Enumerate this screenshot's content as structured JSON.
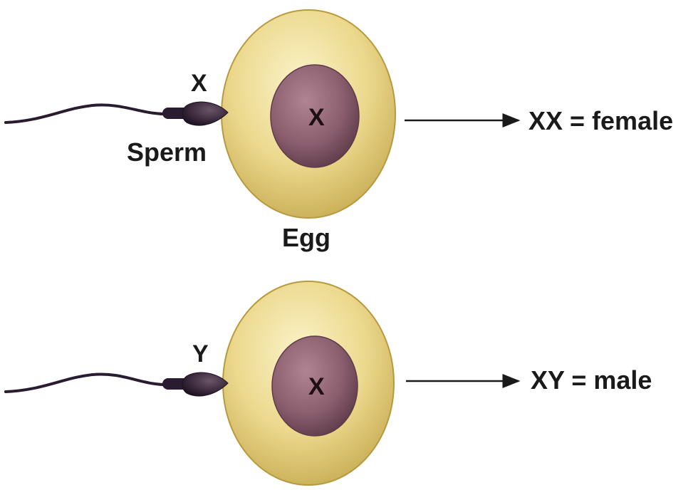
{
  "colors": {
    "egg_fill": "#ecd98e",
    "egg_edge": "#b89a3e",
    "nucleus_fill": "#8c5f6f",
    "nucleus_edge": "#5e3b4a",
    "sperm": "#2a1c30",
    "text": "#1a1a1a"
  },
  "top": {
    "sperm_chromosome": "X",
    "sperm_label": "Sperm",
    "egg_chromosome": "X",
    "egg_label": "Egg",
    "result": "XX = female"
  },
  "bottom": {
    "sperm_chromosome": "Y",
    "egg_chromosome": "X",
    "result": "XY = male"
  }
}
